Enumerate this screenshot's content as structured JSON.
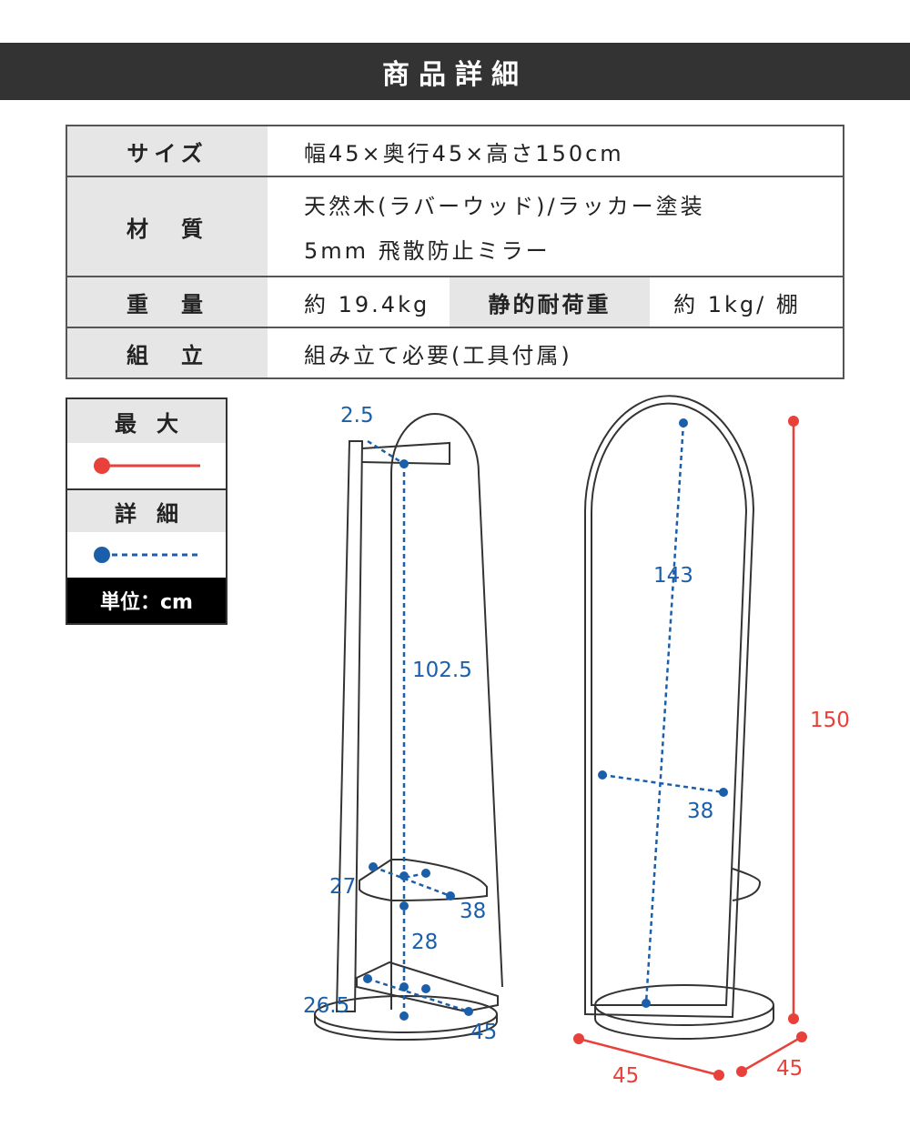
{
  "header": {
    "title": "商品詳細"
  },
  "specs": {
    "size_label": "サイズ",
    "size_value": "幅45×奥行45×高さ150cm",
    "material_label": "材　質",
    "material_line1": "天然木(ラバーウッド)/ラッカー塗装",
    "material_line2": "5mm 飛散防止ミラー",
    "weight_label": "重　量",
    "weight_value": "約 19.4kg",
    "load_label": "静的耐荷重",
    "load_value": "約 1kg/ 棚",
    "assembly_label": "組　立",
    "assembly_value": "組み立て必要(工具付属)"
  },
  "legend": {
    "max_label": "最大",
    "detail_label": "詳細",
    "unit": "単位：cm",
    "max_color": "#e8403a",
    "detail_color": "#1b5faa"
  },
  "dimensions": {
    "top_depth": "2.5",
    "inner_height": "102.5",
    "shelf_width_upper": "27",
    "shelf_depth_upper": "38",
    "shelf_gap": "28",
    "shelf_width_lower": "26.5",
    "shelf_depth_lower": "45",
    "mirror_height": "143",
    "mirror_width": "38",
    "total_height": "150",
    "base_width": "45",
    "base_depth": "45"
  }
}
